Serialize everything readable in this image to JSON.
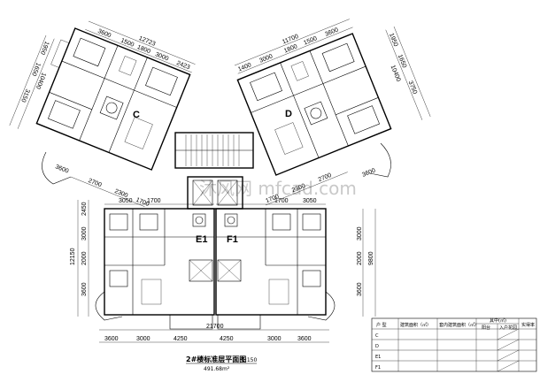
{
  "drawing": {
    "title": "2#楼标准层平面图",
    "scale": "1:150",
    "area": "491.68m²",
    "watermark": "沐风网 mfcad.com"
  },
  "units": {
    "c": "C",
    "d": "D",
    "e1": "E1",
    "f1": "F1"
  },
  "dims": {
    "c_top_total": "12723",
    "c_top_1": "3600",
    "c_top_2": "1500",
    "c_top_3": "1800",
    "c_top_4": "3000",
    "c_top_5": "2423",
    "c_left_total": "10400",
    "c_left_1": "1950",
    "c_left_2": "1650",
    "c_left_3": "3150",
    "c_bottom": "3600",
    "d_top_total": "11700",
    "d_top_1": "1400",
    "d_top_2": "3000",
    "d_top_3": "1800",
    "d_top_4": "1500",
    "d_top_5": "3600",
    "d_right_total": "10400",
    "d_right_1": "1950",
    "d_right_2": "1650",
    "d_right_3": "3750",
    "d_bottom": "3600",
    "mid_1": "2700",
    "mid_2": "2300",
    "mid_3": "1700",
    "mid_4": "1700",
    "mid_5": "2300",
    "mid_6": "2700",
    "e_top_1": "3050",
    "e_top_2": "1700",
    "f_top_1": "1700",
    "f_top_2": "3050",
    "left_total": "12150",
    "left_1": "2450",
    "left_2": "3000",
    "left_3": "2000",
    "left_4": "3600",
    "right_1": "3000",
    "right_2": "2000",
    "right_total": "9800",
    "right_3": "3600",
    "bot_total": "21700",
    "bot_1": "3600",
    "bot_2": "3000",
    "bot_3": "4250",
    "bot_4": "4250",
    "bot_5": "3000",
    "bot_6": "3600"
  },
  "table": {
    "h_type": "户 型",
    "h_area": "建筑面积（㎡）",
    "h_inner": "套内建筑面积（㎡）",
    "h_of": "其中(㎡)",
    "h_balcony": "阳台",
    "h_entry": "入户花园",
    "h_note": "实得率",
    "rows": [
      "C",
      "D",
      "E1",
      "F1"
    ]
  }
}
